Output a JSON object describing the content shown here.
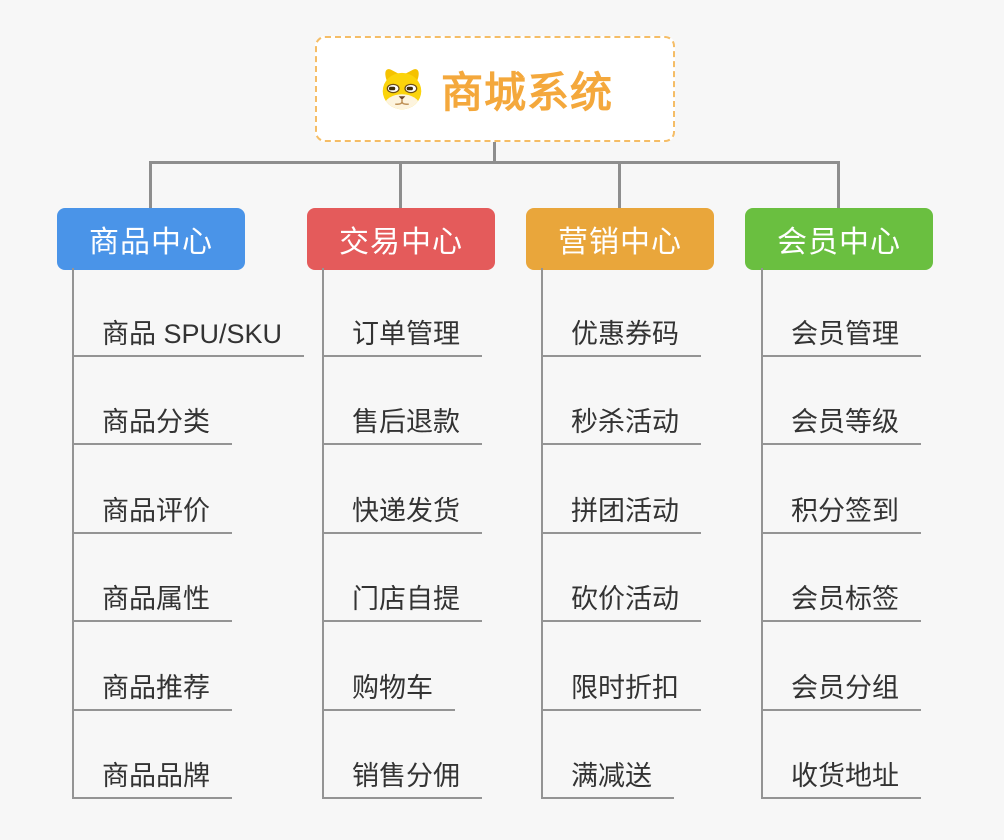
{
  "page": {
    "background": "#f7f7f7",
    "connector_color": "#8E8E8E"
  },
  "root": {
    "label": "商城系统",
    "icon": "dog-face-icon",
    "text_color": "#F4A83C",
    "border_color": "#F5BD66"
  },
  "branches": [
    {
      "label": "商品中心",
      "color": "#4A94E8",
      "items": [
        "商品 SPU/SKU",
        "商品分类",
        "商品评价",
        "商品属性",
        "商品推荐",
        "商品品牌"
      ]
    },
    {
      "label": "交易中心",
      "color": "#E45B5B",
      "items": [
        "订单管理",
        "售后退款",
        "快递发货",
        "门店自提",
        "购物车",
        "销售分佣"
      ]
    },
    {
      "label": "营销中心",
      "color": "#E9A63B",
      "items": [
        "优惠券码",
        "秒杀活动",
        "拼团活动",
        "砍价活动",
        "限时折扣",
        "满减送"
      ]
    },
    {
      "label": "会员中心",
      "color": "#6ABF40",
      "items": [
        "会员管理",
        "会员等级",
        "积分签到",
        "会员标签",
        "会员分组",
        "收货地址"
      ]
    }
  ]
}
